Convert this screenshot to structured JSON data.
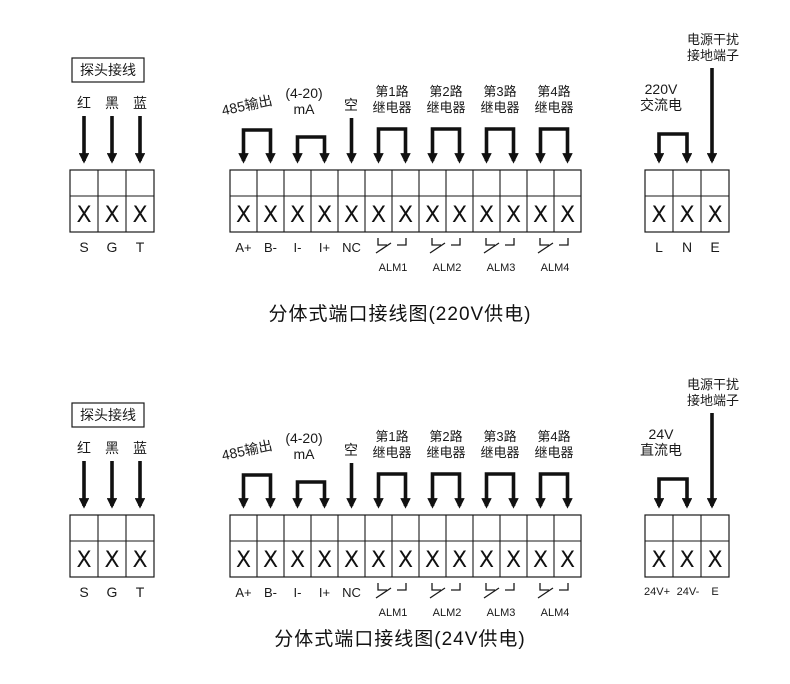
{
  "page": {
    "background": "#ffffff",
    "line_color": "#1a1a1a"
  },
  "captions": {
    "c220": "分体式端口接线图(220V供电)",
    "c24": "分体式端口接线图(24V供电)"
  },
  "shared": {
    "probe_title": "探头接线",
    "probe_wires": [
      "红",
      "黑",
      "蓝"
    ],
    "probe_terminals": [
      "S",
      "G",
      "T"
    ],
    "label_485": "485输出",
    "label_420_line1": "(4-20)",
    "label_420_line2": "mA",
    "label_empty": "空",
    "relays": [
      {
        "line1": "第1路",
        "line2": "继电器",
        "alm": "ALM1"
      },
      {
        "line1": "第2路",
        "line2": "继电器",
        "alm": "ALM2"
      },
      {
        "line1": "第3路",
        "line2": "继电器",
        "alm": "ALM3"
      },
      {
        "line1": "第4路",
        "line2": "继电器",
        "alm": "ALM4"
      }
    ],
    "mid_terminals": [
      "A+",
      "B-",
      "I-",
      "I+",
      "NC"
    ],
    "ground_label_line1": "电源干扰",
    "ground_label_line2": "接地端子",
    "x_mark": "X"
  },
  "d220": {
    "power_line1": "220V",
    "power_line2": "交流电",
    "terminals": [
      "L",
      "N",
      "E"
    ]
  },
  "d24": {
    "power_line1": "24V",
    "power_line2": "直流电",
    "terminals": [
      "24V+",
      "24V-",
      "E"
    ]
  }
}
